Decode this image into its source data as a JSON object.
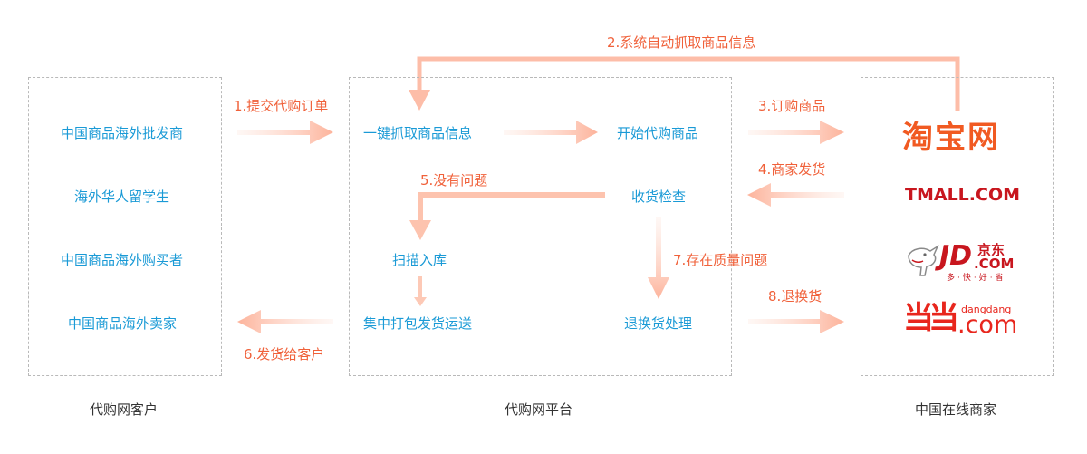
{
  "customers": {
    "caption": "代购网客户",
    "items": [
      "中国商品海外批发商",
      "海外华人留学生",
      "中国商品海外购买者",
      "中国商品海外卖家"
    ]
  },
  "platform": {
    "caption": "代购网平台",
    "one_click_grab": "一键抓取商品信息",
    "start_purchase": "开始代购商品",
    "receive_inspect": "收货检查",
    "scan_storage": "扫描入库",
    "pack_ship": "集中打包发货运送",
    "return_exchange": "退换货处理"
  },
  "merchants": {
    "caption": "中国在线商家",
    "taobao": "淘宝网",
    "tmall": "TMALL.COM",
    "jd_main": "JD",
    "jd_cn": "京东",
    "jd_com": ".COM",
    "jd_slogan": "多·快·好·省",
    "dangdang_cn": "当当",
    "dangdang_small": "dangdang",
    "dangdang_com": ".com"
  },
  "steps": {
    "s1": "1.提交代购订单",
    "s2": "2.系统自动抓取商品信息",
    "s3": "3.订购商品",
    "s4": "4.商家发货",
    "s5": "5.没有问题",
    "s6": "6.发货给客户",
    "s7": "7.存在质量问题",
    "s8": "8.退换货"
  },
  "colors": {
    "arrow": "#ffb9a3",
    "step_text": "#f0613a",
    "node_text": "#1a9ad6",
    "border": "#b9b9b9"
  }
}
